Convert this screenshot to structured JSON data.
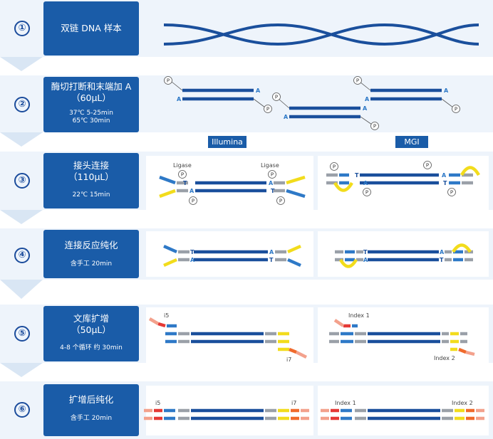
{
  "steps": [
    {
      "num": "①",
      "title": "双链 DNA 样本",
      "sub": ""
    },
    {
      "num": "②",
      "title": "酶切打断和末端加 A\n（60μL）",
      "sub": "37℃  5-25min\n65℃  30min"
    },
    {
      "num": "③",
      "title": "接头连接\n（110μL）",
      "sub": "22℃  15min"
    },
    {
      "num": "④",
      "title": "连接反应纯化",
      "sub": "含手工  20min"
    },
    {
      "num": "⑤",
      "title": "文库扩增\n（50μL）",
      "sub": "4-8 个循环  约 30min"
    },
    {
      "num": "⑥",
      "title": "扩增后纯化",
      "sub": "含手工  20min"
    }
  ],
  "platforms": {
    "left": "Illumina",
    "right": "MGI"
  },
  "labels": {
    "ligase": "Ligase",
    "p": "P",
    "a": "A",
    "t": "T",
    "i5": "i5",
    "i7": "i7",
    "index1": "Index 1",
    "index2": "Index 2"
  },
  "colors": {
    "strand": "#1a4f9c",
    "grey": "#9aa0a8",
    "blue": "#2e79c7",
    "yellow": "#f2dc1c",
    "red": "#e53935",
    "pink": "#f3a18c",
    "orange": "#f06a2c",
    "band": "#eef4fb"
  }
}
